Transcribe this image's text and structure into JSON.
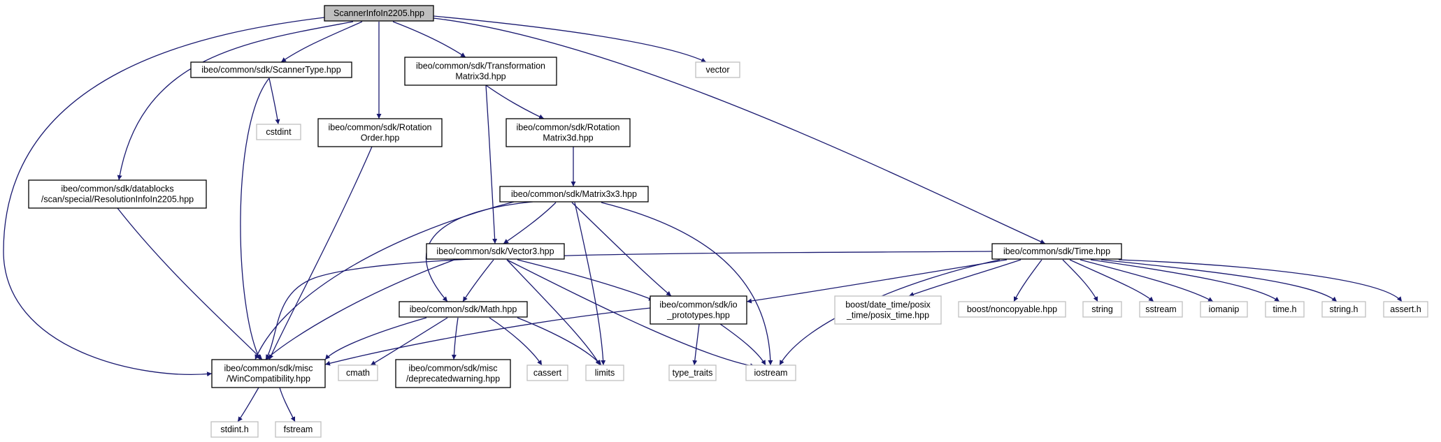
{
  "colors": {
    "edge": "#191970",
    "root_fill": "#bfbfbf",
    "root_border": "#000000",
    "project_border": "#000000",
    "external_border": "#bfbfbf",
    "fill": "#ffffff"
  },
  "nodes": [
    {
      "id": "root",
      "lines": [
        "ScannerInfoIn2205.hpp"
      ],
      "kind": "root"
    },
    {
      "id": "scannertype",
      "lines": [
        "ibeo/common/sdk/ScannerType.hpp"
      ],
      "kind": "project"
    },
    {
      "id": "transform",
      "lines": [
        "ibeo/common/sdk/Transformation",
        "Matrix3d.hpp"
      ],
      "kind": "project"
    },
    {
      "id": "vector",
      "lines": [
        "vector"
      ],
      "kind": "external"
    },
    {
      "id": "cstdint",
      "lines": [
        "cstdint"
      ],
      "kind": "external"
    },
    {
      "id": "rotorder",
      "lines": [
        "ibeo/common/sdk/Rotation",
        "Order.hpp"
      ],
      "kind": "project"
    },
    {
      "id": "rotmatrix",
      "lines": [
        "ibeo/common/sdk/Rotation",
        "Matrix3d.hpp"
      ],
      "kind": "project"
    },
    {
      "id": "resinfo",
      "lines": [
        "ibeo/common/sdk/datablocks",
        "/scan/special/ResolutionInfoIn2205.hpp"
      ],
      "kind": "project"
    },
    {
      "id": "matrix3x3",
      "lines": [
        "ibeo/common/sdk/Matrix3x3.hpp"
      ],
      "kind": "project"
    },
    {
      "id": "vector3",
      "lines": [
        "ibeo/common/sdk/Vector3.hpp"
      ],
      "kind": "project"
    },
    {
      "id": "time",
      "lines": [
        "ibeo/common/sdk/Time.hpp"
      ],
      "kind": "project"
    },
    {
      "id": "math",
      "lines": [
        "ibeo/common/sdk/Math.hpp"
      ],
      "kind": "project"
    },
    {
      "id": "ioproto",
      "lines": [
        "ibeo/common/sdk/io",
        "_prototypes.hpp"
      ],
      "kind": "project"
    },
    {
      "id": "posix",
      "lines": [
        "boost/date_time/posix",
        "_time/posix_time.hpp"
      ],
      "kind": "external"
    },
    {
      "id": "noncopy",
      "lines": [
        "boost/noncopyable.hpp"
      ],
      "kind": "external"
    },
    {
      "id": "string",
      "lines": [
        "string"
      ],
      "kind": "external"
    },
    {
      "id": "sstream",
      "lines": [
        "sstream"
      ],
      "kind": "external"
    },
    {
      "id": "iomanip",
      "lines": [
        "iomanip"
      ],
      "kind": "external"
    },
    {
      "id": "timeh",
      "lines": [
        "time.h"
      ],
      "kind": "external"
    },
    {
      "id": "stringh",
      "lines": [
        "string.h"
      ],
      "kind": "external"
    },
    {
      "id": "asserth",
      "lines": [
        "assert.h"
      ],
      "kind": "external"
    },
    {
      "id": "wincompat",
      "lines": [
        "ibeo/common/sdk/misc",
        "/WinCompatibility.hpp"
      ],
      "kind": "project"
    },
    {
      "id": "cmath",
      "lines": [
        "cmath"
      ],
      "kind": "external"
    },
    {
      "id": "deprecated",
      "lines": [
        "ibeo/common/sdk/misc",
        "/deprecatedwarning.hpp"
      ],
      "kind": "project"
    },
    {
      "id": "cassert",
      "lines": [
        "cassert"
      ],
      "kind": "external"
    },
    {
      "id": "limits",
      "lines": [
        "limits"
      ],
      "kind": "external"
    },
    {
      "id": "typetraits",
      "lines": [
        "type_traits"
      ],
      "kind": "external"
    },
    {
      "id": "iostream",
      "lines": [
        "iostream"
      ],
      "kind": "external"
    },
    {
      "id": "stdinth",
      "lines": [
        "stdint.h"
      ],
      "kind": "external"
    },
    {
      "id": "fstream",
      "lines": [
        "fstream"
      ],
      "kind": "external"
    }
  ],
  "edges": [
    {
      "from": "root",
      "to": "scannertype"
    },
    {
      "from": "root",
      "to": "transform"
    },
    {
      "from": "root",
      "to": "vector"
    },
    {
      "from": "root",
      "to": "rotorder"
    },
    {
      "from": "root",
      "to": "resinfo"
    },
    {
      "from": "root",
      "to": "time"
    },
    {
      "from": "root",
      "to": "wincompat"
    },
    {
      "from": "scannertype",
      "to": "cstdint"
    },
    {
      "from": "scannertype",
      "to": "wincompat"
    },
    {
      "from": "transform",
      "to": "rotmatrix"
    },
    {
      "from": "transform",
      "to": "vector3"
    },
    {
      "from": "rotorder",
      "to": "wincompat"
    },
    {
      "from": "rotmatrix",
      "to": "matrix3x3"
    },
    {
      "from": "resinfo",
      "to": "wincompat"
    },
    {
      "from": "matrix3x3",
      "to": "vector3"
    },
    {
      "from": "matrix3x3",
      "to": "math"
    },
    {
      "from": "matrix3x3",
      "to": "ioproto"
    },
    {
      "from": "matrix3x3",
      "to": "limits"
    },
    {
      "from": "matrix3x3",
      "to": "iostream"
    },
    {
      "from": "matrix3x3",
      "to": "wincompat"
    },
    {
      "from": "vector3",
      "to": "math"
    },
    {
      "from": "vector3",
      "to": "ioproto"
    },
    {
      "from": "vector3",
      "to": "limits"
    },
    {
      "from": "vector3",
      "to": "iostream"
    },
    {
      "from": "vector3",
      "to": "wincompat"
    },
    {
      "from": "time",
      "to": "ioproto"
    },
    {
      "from": "time",
      "to": "posix"
    },
    {
      "from": "time",
      "to": "noncopy"
    },
    {
      "from": "time",
      "to": "string"
    },
    {
      "from": "time",
      "to": "sstream"
    },
    {
      "from": "time",
      "to": "iomanip"
    },
    {
      "from": "time",
      "to": "timeh"
    },
    {
      "from": "time",
      "to": "stringh"
    },
    {
      "from": "time",
      "to": "asserth"
    },
    {
      "from": "time",
      "to": "iostream"
    },
    {
      "from": "time",
      "to": "wincompat"
    },
    {
      "from": "math",
      "to": "cmath"
    },
    {
      "from": "math",
      "to": "deprecated"
    },
    {
      "from": "math",
      "to": "cassert"
    },
    {
      "from": "math",
      "to": "limits"
    },
    {
      "from": "math",
      "to": "wincompat"
    },
    {
      "from": "ioproto",
      "to": "typetraits"
    },
    {
      "from": "ioproto",
      "to": "iostream"
    },
    {
      "from": "ioproto",
      "to": "wincompat"
    },
    {
      "from": "wincompat",
      "to": "stdinth"
    },
    {
      "from": "wincompat",
      "to": "fstream"
    }
  ]
}
